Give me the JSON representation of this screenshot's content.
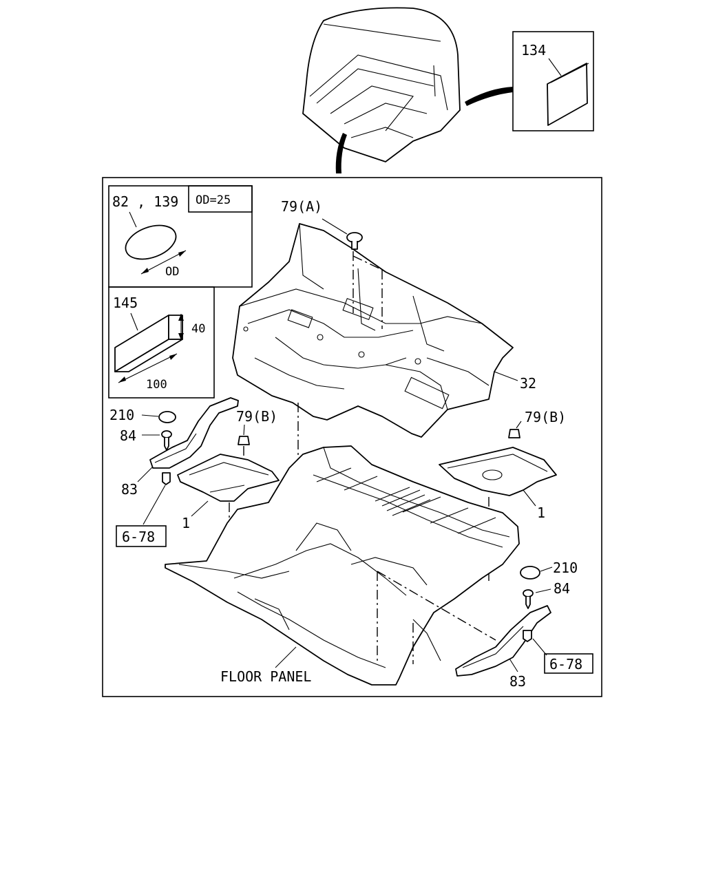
{
  "callouts": {
    "part_134": "134",
    "part_82_139": "82 , 139",
    "od_spec": "OD=25",
    "od_dim": "OD",
    "part_145": "145",
    "dim_40": "40",
    "dim_100": "100",
    "part_79a": "79(A)",
    "part_32": "32",
    "part_210_left": "210",
    "part_84_left": "84",
    "part_83_left": "83",
    "part_79b_left": "79(B)",
    "part_1_left": "1",
    "ref_6_78_left": "6-78",
    "part_79b_right": "79(B)",
    "part_1_right": "1",
    "part_210_right": "210",
    "part_84_right": "84",
    "part_83_right": "83",
    "ref_6_78_right": "6-78",
    "floor_panel": "FLOOR PANEL"
  }
}
